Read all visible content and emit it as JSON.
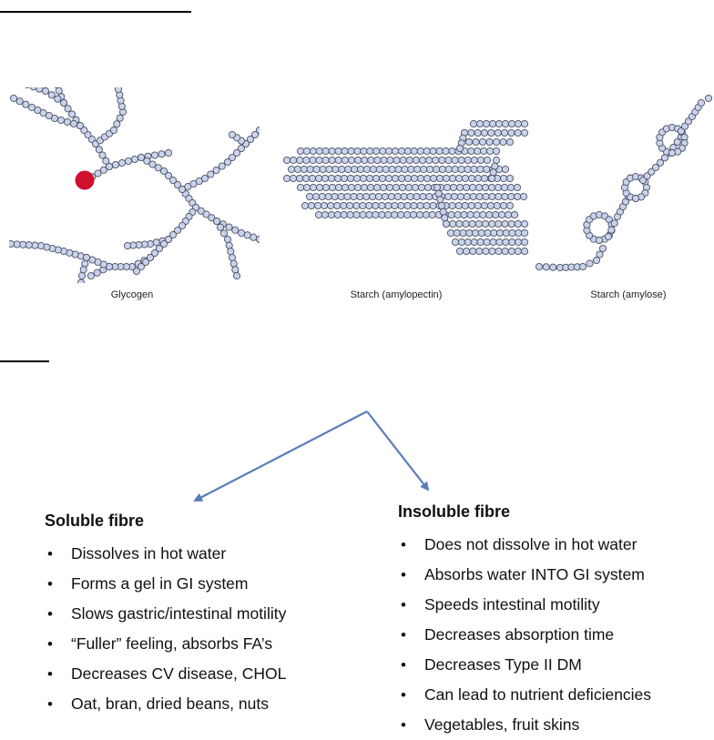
{
  "figure": {
    "captions": {
      "glycogen": "Glycogen",
      "amylopectin": "Starch (amylopectin)",
      "amylose": "Starch (amylose)"
    },
    "colors": {
      "bead_fill": "#c9d4ea",
      "bead_stroke": "#4a4f66",
      "glycogen_core": "#d0102f"
    }
  },
  "fibre": {
    "soluble": {
      "heading": "Soluble fibre",
      "items": [
        "Dissolves in hot water",
        "Forms a gel in GI system",
        "Slows gastric/intestinal motility",
        "“Fuller” feeling, absorbs FA’s",
        "Decreases CV disease, CHOL",
        "Oat, bran, dried beans, nuts"
      ]
    },
    "insoluble": {
      "heading": "Insoluble fibre",
      "items": [
        "Does not dissolve in hot water",
        "Absorbs water INTO GI system",
        "Speeds intestinal motility",
        "Decreases absorption time",
        "Decreases Type II DM",
        "Can lead to nutrient deficiencies",
        "Vegetables, fruit skins"
      ]
    },
    "arrow_color": "#5a7db8"
  }
}
